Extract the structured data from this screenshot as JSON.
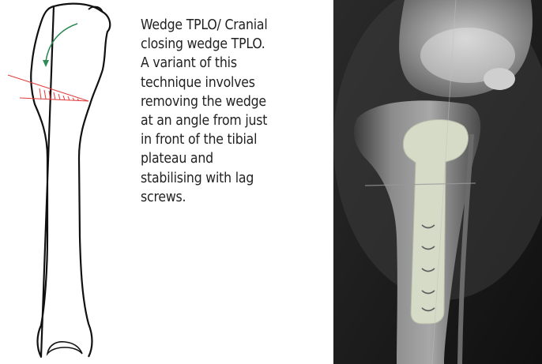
{
  "caption": {
    "lines": [
      "Wedge TPLO/ Cranial",
      "closing wedge TPLO.",
      "A variant of this",
      "technique involves",
      "removing the wedge",
      "at an angle from just",
      "in front of the tibial",
      "plateau and",
      "stabilising with lag",
      "screws."
    ]
  },
  "colors": {
    "outline": "#111111",
    "wedge": "#e23a3a",
    "arrow": "#2e8b57",
    "xray_bg": "#0f0f0f",
    "plate": "#d6dbc8"
  },
  "icons": {
    "rotation_arrow": "curved-arrow-down-icon",
    "wedge": "hatched-wedge-icon"
  }
}
